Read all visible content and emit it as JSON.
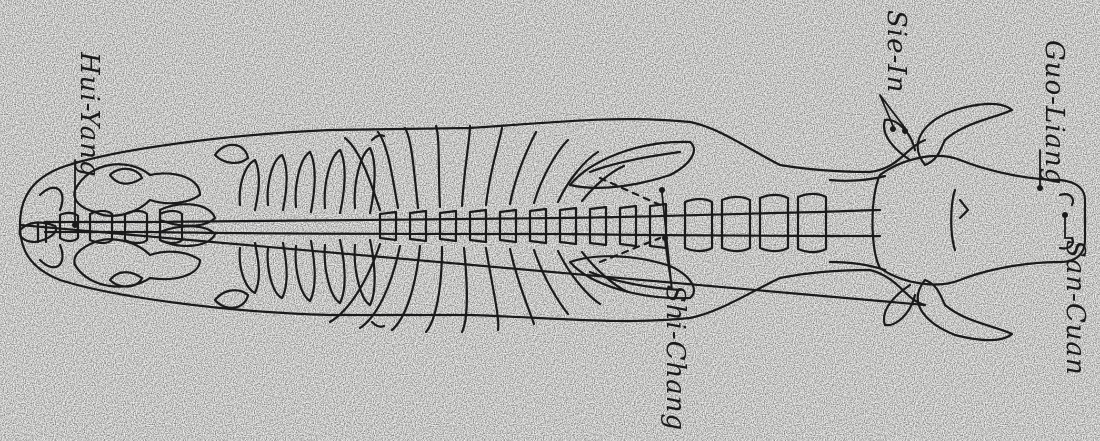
{
  "diagram": {
    "subject": "acupuncture points on a cow skeleton (dorsal view)",
    "ink_color": "#1a1a1a",
    "paper_color": "#ffffff",
    "labels": {
      "hui_yang": "Hui-Yang",
      "sie_in": "Sie-In",
      "guo_liang": "Guo-Liang",
      "san_cuan": "San-Cuan",
      "shi_chang": "Shi-Chang"
    }
  }
}
